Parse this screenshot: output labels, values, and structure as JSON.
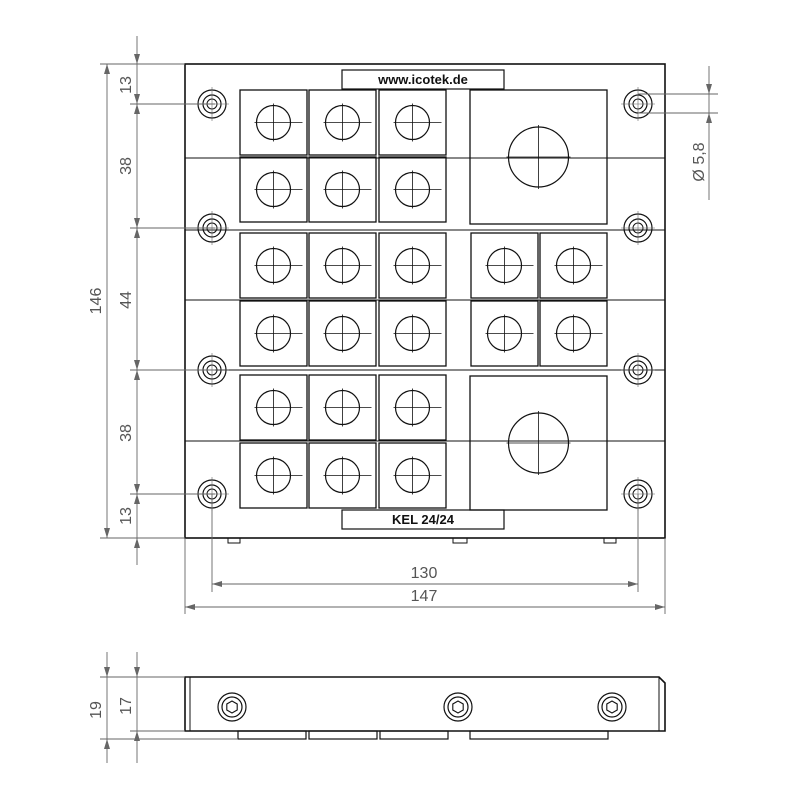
{
  "front_view": {
    "top_label": "www.icotek.de",
    "bottom_label": "KEL 24/24",
    "dimensions": {
      "height_total": "146",
      "width_holes": "130",
      "width_total": "147",
      "margin_top": "13",
      "row_top": "38",
      "row_middle": "44",
      "row_bottom": "38",
      "margin_bottom": "13",
      "hole_diameter": "Ø 5,8"
    }
  },
  "side_view": {
    "dimensions": {
      "height_total": "19",
      "height_frame": "17"
    }
  },
  "colors": {
    "line": "#111111",
    "dimension": "#666666",
    "text": "#555555"
  }
}
